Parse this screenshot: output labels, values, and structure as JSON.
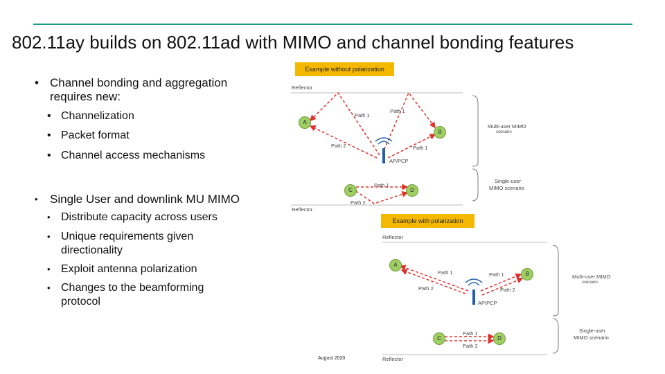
{
  "slide": {
    "title": "802.11ay builds on 802.11ad with MIMO and channel bonding features",
    "bullets": [
      {
        "text": "Channel bonding and aggregation requires new:",
        "subs": [
          "Channelization",
          "Packet format",
          "Channel access mechanisms"
        ]
      },
      {
        "text": "Single User and downlink MU MIMO",
        "subs": [
          "Distribute capacity across users",
          "Unique requirements given directionality",
          "Exploit antenna polarization",
          "Changes to the beamforming protocol"
        ]
      }
    ],
    "footer": "August 2020"
  },
  "diagram_top": {
    "tag": "Example without polarization",
    "reflector_top": "Reflector",
    "reflector_bottom": "Reflector",
    "nodes": [
      "A",
      "B",
      "C",
      "D"
    ],
    "ap_label": "AP/PCP",
    "paths": [
      "Path 1",
      "Path 1",
      "Path 1",
      "Path 2",
      "Path 1",
      "Path 2"
    ],
    "mu_label_1": "Multi-user MIMO",
    "mu_label_2": "scenario",
    "su_label_1": "Single-user",
    "su_label_2": "MIMO scenario"
  },
  "diagram_bottom": {
    "tag": "Example with polarization",
    "reflector_top": "Reflector",
    "reflector_bottom": "Reflector",
    "nodes": [
      "A",
      "B",
      "C",
      "D"
    ],
    "ap_label": "AP/PCP",
    "paths": [
      "Path 1",
      "Path 1",
      "Path 2",
      "Path 2",
      "Path 1",
      "Path 2"
    ],
    "mu_label_1": "Multi-user MIMO",
    "mu_label_2": "scenario",
    "su_label_1": "Single-user",
    "su_label_2": "MIMO scenario"
  },
  "colors": {
    "accent_line": "#1a9a8a",
    "tag": "#f5b800",
    "path": "#e0302a",
    "node": "#9fcf62",
    "ap": "#1f5fa8"
  }
}
